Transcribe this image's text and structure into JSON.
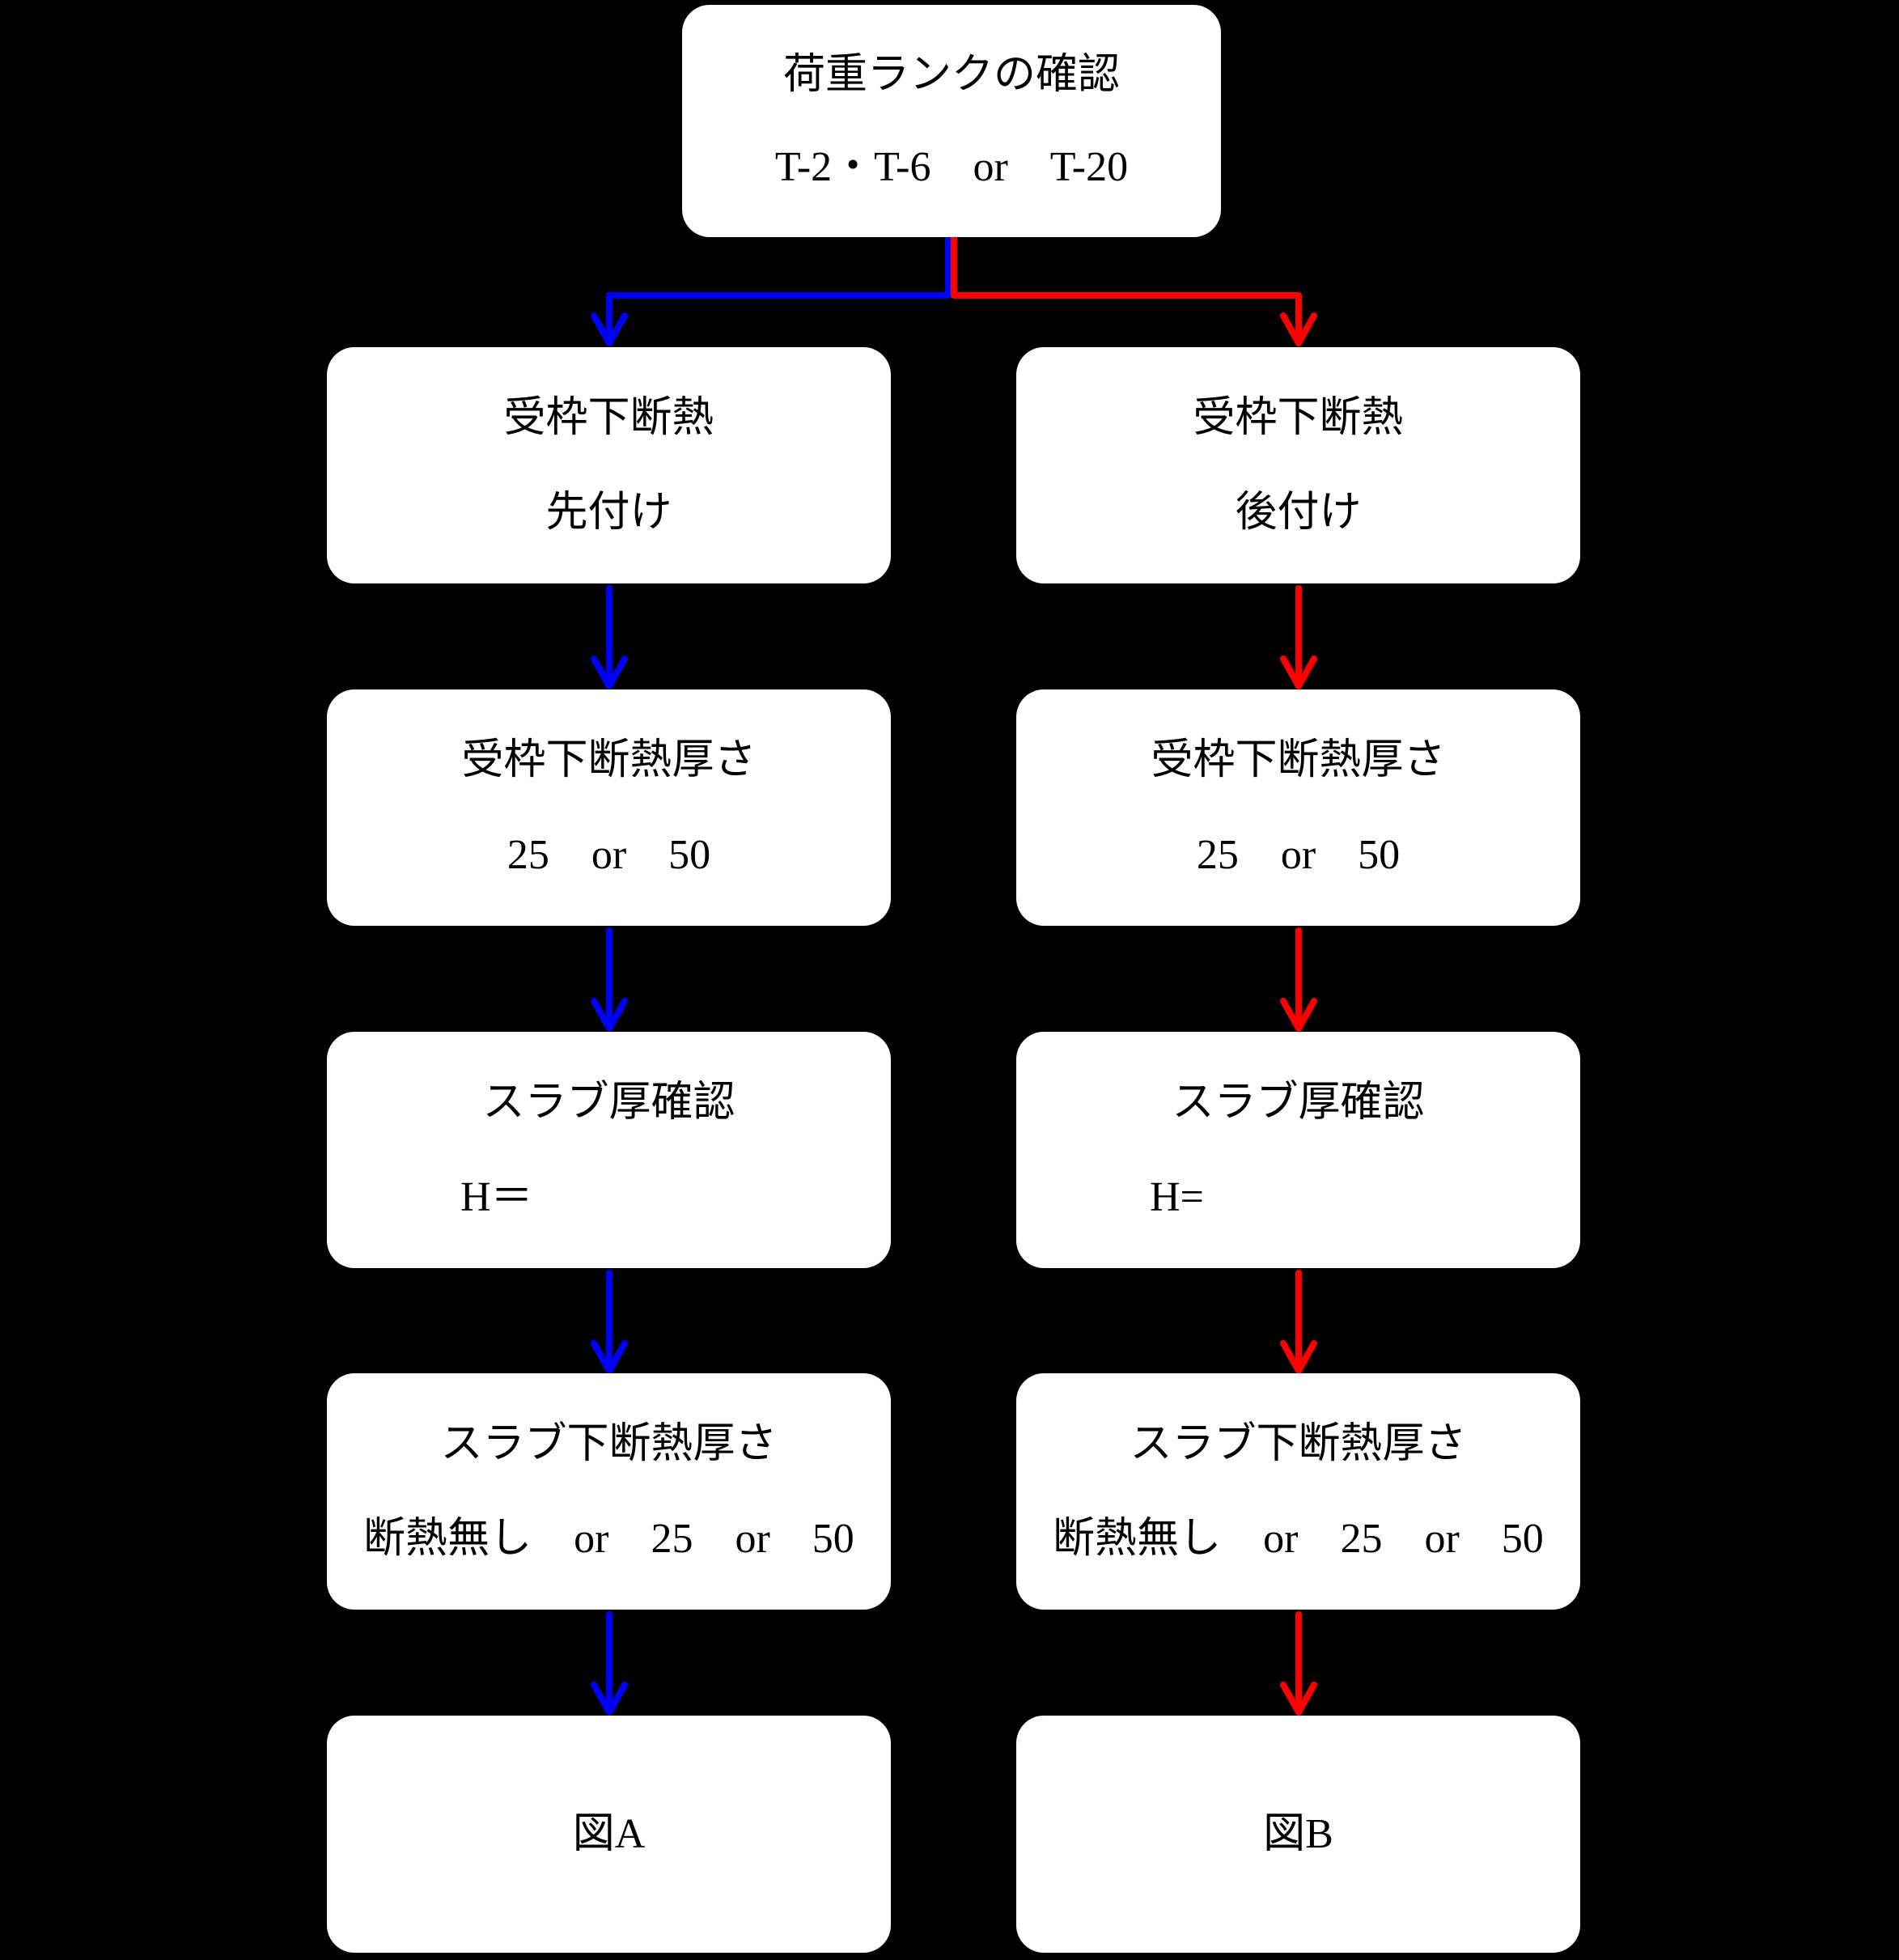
{
  "flowchart": {
    "root": {
      "line1": "荷重ランクの確認",
      "line2": "T-2・T-6　or　T-20"
    },
    "left_branch": {
      "steps": [
        {
          "line1": "受枠下断熱",
          "line2": "先付け"
        },
        {
          "line1": "受枠下断熱厚さ",
          "line2": "25　or　50"
        },
        {
          "line1": "スラブ厚確認",
          "line2": "H＝"
        },
        {
          "line1": "スラブ下断熱厚さ",
          "line2": "断熱無し　or　25　or　50"
        },
        {
          "label": "図A"
        }
      ]
    },
    "right_branch": {
      "steps": [
        {
          "line1": "受枠下断熱",
          "line2": "後付け"
        },
        {
          "line1": "受枠下断熱厚さ",
          "line2": "25　or　50"
        },
        {
          "line1": "スラブ厚確認",
          "line2": "H="
        },
        {
          "line1": "スラブ下断熱厚さ",
          "line2": "断熱無し　or　25　or　50"
        },
        {
          "label": "図B"
        }
      ]
    }
  },
  "colors": {
    "background": "#000000",
    "box_background": "#ffffff",
    "box_text": "#000000",
    "left_branch_arrow": "#0000ff",
    "right_branch_arrow": "#ff0000"
  }
}
